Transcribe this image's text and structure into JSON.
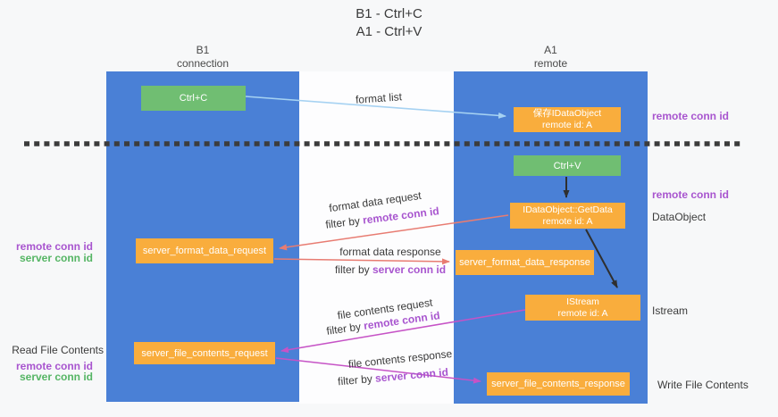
{
  "title": {
    "line1": "B1 - Ctrl+C",
    "line2": "A1 - Ctrl+V"
  },
  "lifelines": {
    "left": {
      "name": "B1",
      "role": "connection"
    },
    "right": {
      "name": "A1",
      "role": "remote"
    }
  },
  "nodes": {
    "ctrl_c": {
      "label": "Ctrl+C"
    },
    "ctrl_v": {
      "label": "Ctrl+V"
    },
    "save_dataobject": {
      "line1": "保存IDataObject",
      "line2": "remote id: A"
    },
    "idataobject_getdata": {
      "line1": "IDataObject::GetData",
      "line2": "remote id: A"
    },
    "istream": {
      "line1": "IStream",
      "line2": "remote id: A"
    },
    "server_format_data_request": {
      "label": "server_format_data_request"
    },
    "server_format_data_response": {
      "label": "server_format_data_response"
    },
    "server_file_contents_request": {
      "label": "server_file_contents_request"
    },
    "server_file_contents_response": {
      "label": "server_file_contents_response"
    }
  },
  "edge_labels": {
    "format_list": "format list",
    "format_data_request": "format data request",
    "format_data_response": "format data response",
    "file_contents_request": "file contents request",
    "file_contents_response": "file contents response",
    "filter_by": "filter by",
    "remote_conn_id": "remote conn id",
    "server_conn_id": "server conn id"
  },
  "side_labels": {
    "remote_conn_id": "remote conn id",
    "server_conn_id": "server conn id",
    "dataobject": "DataObject",
    "istream": "Istream",
    "read_file_contents": "Read File Contents",
    "write_file_contents": "Write File Contents"
  },
  "colors": {
    "lifeline_blue": "#4A80D6",
    "node_green": "#70BE72",
    "node_orange": "#F9AD3D",
    "arrow_black": "#2F2F2F",
    "arrow_salmon": "#E87C72",
    "arrow_magenta": "#C653C6",
    "arrow_lightblue": "#A6D2F2",
    "text_purple": "#A855CF",
    "text_green": "#55B564",
    "dashed_line": "#3C3C3C"
  }
}
